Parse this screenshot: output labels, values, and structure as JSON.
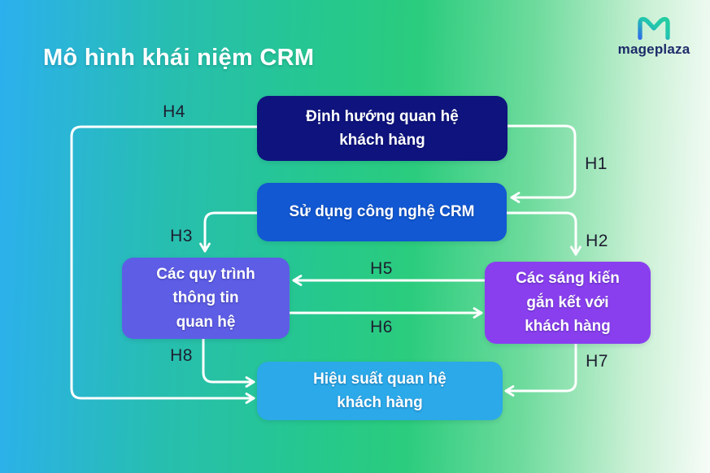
{
  "title": "Mô hình khái niệm CRM",
  "brand": {
    "name": "mageplaza"
  },
  "diagram": {
    "nodes": [
      {
        "id": "customer-relationship-orientation",
        "lines": [
          "Định hướng quan hệ",
          "khách hàng"
        ],
        "color": "#0E137E"
      },
      {
        "id": "crm-technology-use",
        "lines": [
          "Sử dụng công nghệ CRM"
        ],
        "color": "#1158D2"
      },
      {
        "id": "relational-information-processes",
        "lines": [
          "Các quy trình",
          "thông tin",
          "quan hệ"
        ],
        "color": "#5E5DE6"
      },
      {
        "id": "customer-engagement-initiatives",
        "lines": [
          "Các sáng kiến",
          "gắn kết với",
          "khách hàng"
        ],
        "color": "#8A3FEF"
      },
      {
        "id": "customer-relationship-performance",
        "lines": [
          "Hiệu suất quan hệ",
          "khách hàng"
        ],
        "color": "#2BA9E9"
      }
    ],
    "edges": [
      {
        "label": "H1",
        "from": "customer-relationship-orientation",
        "to": "crm-technology-use"
      },
      {
        "label": "H2",
        "from": "crm-technology-use",
        "to": "customer-engagement-initiatives"
      },
      {
        "label": "H3",
        "from": "crm-technology-use",
        "to": "relational-information-processes"
      },
      {
        "label": "H4",
        "from": "customer-relationship-orientation",
        "to": "customer-relationship-performance"
      },
      {
        "label": "H5",
        "from": "customer-engagement-initiatives",
        "to": "relational-information-processes"
      },
      {
        "label": "H6",
        "from": "relational-information-processes",
        "to": "customer-engagement-initiatives"
      },
      {
        "label": "H7",
        "from": "customer-engagement-initiatives",
        "to": "customer-relationship-performance"
      },
      {
        "label": "H8",
        "from": "relational-information-processes",
        "to": "customer-relationship-performance"
      }
    ]
  },
  "colors": {
    "background_gradient": [
      "#2CB0EE",
      "#27BEB0",
      "#2BCC7D",
      "#F7FCF8"
    ],
    "arrow": "#FFFFFF",
    "edge_label": "#1D1E30",
    "node_text": "#FFFFFF",
    "title_text": "#FFFFFF",
    "brand_text": "#1D2B69",
    "brand_mark_teal": "#21C6AE",
    "brand_mark_blue": "#2E6FE8"
  }
}
